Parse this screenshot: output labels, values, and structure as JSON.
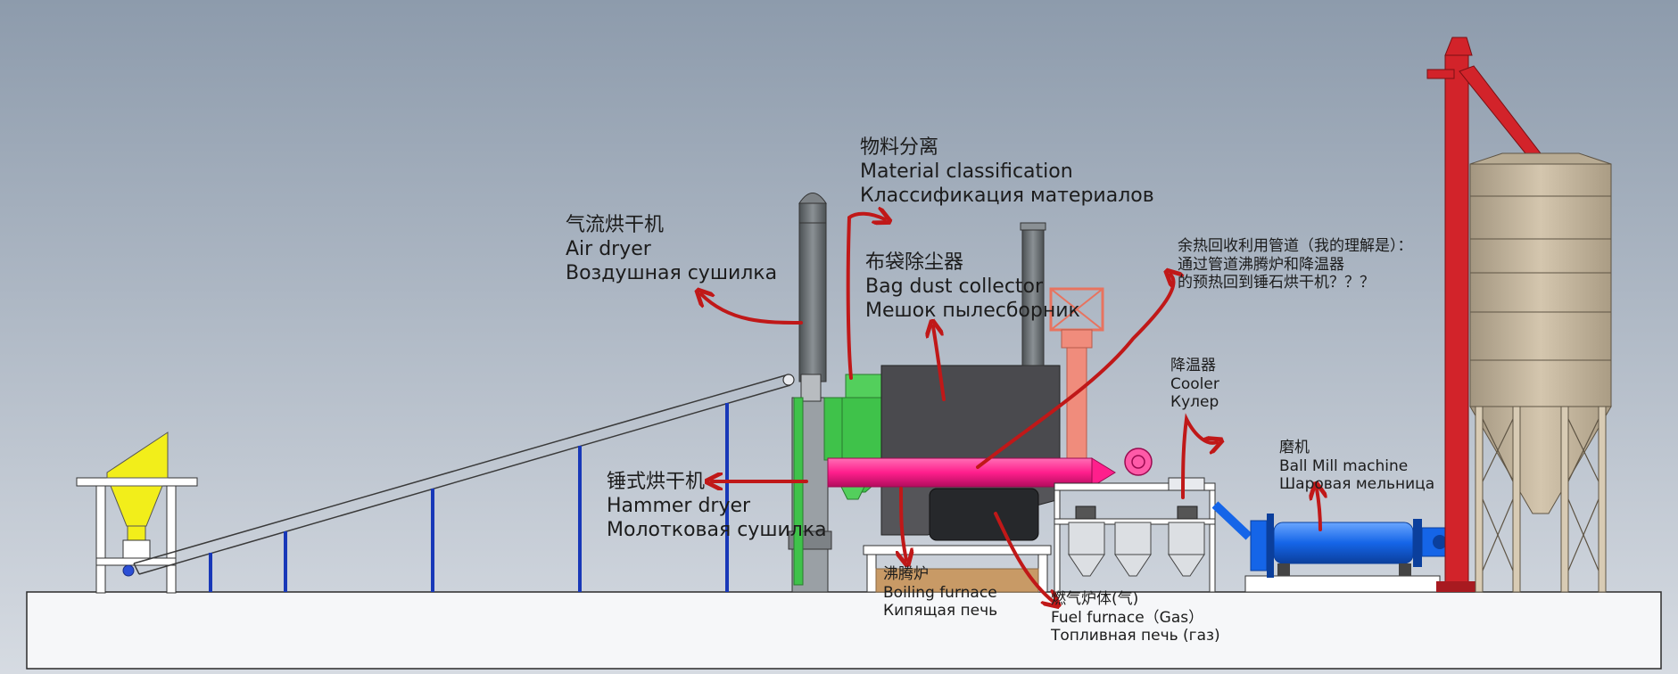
{
  "labels": {
    "air_dryer": {
      "zh": "气流烘干机",
      "en": "Air dryer",
      "ru": "Воздушная сушилка"
    },
    "material_classification": {
      "zh": "物料分离",
      "en": "Material classification",
      "ru": "Классификация материалов"
    },
    "bag_dust_collector": {
      "zh": "布袋除尘器",
      "en": "Bag dust collector",
      "ru": "Мешок пылесборник"
    },
    "heat_recovery": {
      "line1": "余热回收利用管道（我的理解是）：",
      "line2": "通过管道沸腾炉和降温器",
      "line3": "的预热回到锤石烘干机？？？"
    },
    "cooler": {
      "zh": "降温器",
      "en": "Cooler",
      "ru": "Кулер"
    },
    "ball_mill": {
      "zh": "磨机",
      "en": "Ball Mill machine",
      "ru": "Шаровая мельница"
    },
    "hammer_dryer": {
      "zh": "锤式烘干机",
      "en": "Hammer dryer",
      "ru": "Молотковая сушилка"
    },
    "boiling_furnace": {
      "zh": "沸腾炉",
      "en": "Boiling furnace",
      "ru": "Кипящая печь"
    },
    "fuel_furnace": {
      "zh": "燃气炉体(气)",
      "en": "Fuel furnace（Gas）",
      "ru": "Топливная печь (газ)"
    }
  },
  "colors": {
    "sky_top": "#8d9bac",
    "sky_bottom": "#d6dbe2",
    "ground": "#f6f7f9",
    "annotation_arrow": "#c01818",
    "pink_duct": "#ff1f8c",
    "green_cyclone": "#3fc24a",
    "yellow_hopper": "#f2ee1a",
    "blue_mill": "#1565e8",
    "red_elevator": "#d2232a",
    "silo": "#c7b8a0",
    "salmon_tower": "#f08c7c",
    "dark_collector": "#4a4a4e"
  }
}
